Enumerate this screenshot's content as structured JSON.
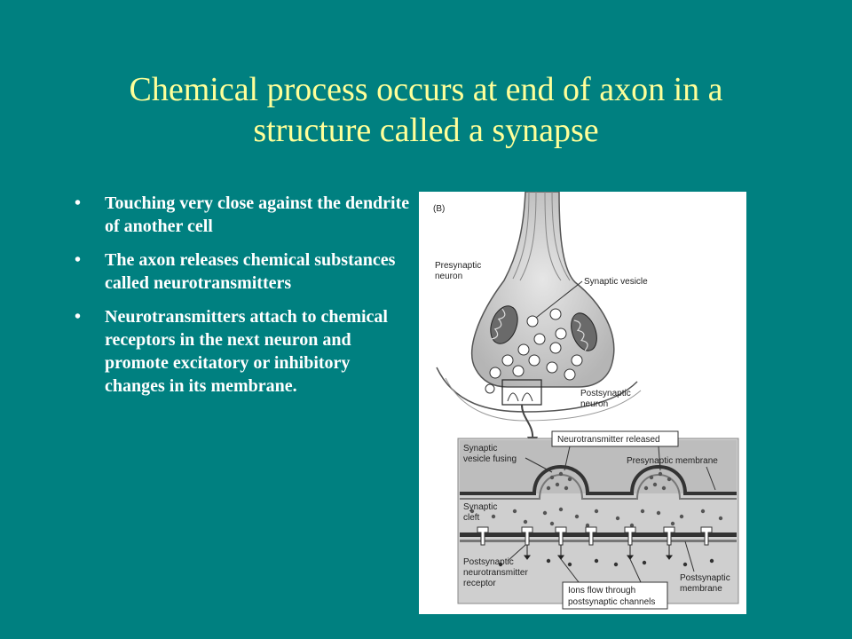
{
  "slide": {
    "title_line1": "Chemical process occurs at end of axon in a",
    "title_line2": "structure called a synapse",
    "bullet_glyph": "•",
    "bullets": [
      "Touching very close against the dendrite of another cell",
      "The axon  releases chemical substances called neurotransmitters",
      "Neurotransmitters attach to chemical receptors in the next neuron and promote excitatory or inhibitory changes in its membrane."
    ]
  },
  "figure": {
    "panel_label": "(B)",
    "labels": {
      "presynaptic_neuron_1": "Presynaptic",
      "presynaptic_neuron_2": "neuron",
      "synaptic_vesicle": "Synaptic vesicle",
      "postsynaptic_neuron_1": "Postsynaptic",
      "postsynaptic_neuron_2": "neuron",
      "synaptic_vesicle_fusing_1": "Synaptic",
      "synaptic_vesicle_fusing_2": "vesicle fusing",
      "neurotransmitter_released": "Neurotransmitter released",
      "presynaptic_membrane": "Presynaptic membrane",
      "synaptic_cleft_1": "Synaptic",
      "synaptic_cleft_2": "cleft",
      "postsynaptic_receptor_1": "Postsynaptic",
      "postsynaptic_receptor_2": "neurotransmitter",
      "postsynaptic_receptor_3": "receptor",
      "ions_flow_1": "Ions flow through",
      "ions_flow_2": "postsynaptic channels",
      "postsynaptic_membrane_1": "Postsynaptic",
      "postsynaptic_membrane_2": "membrane"
    }
  },
  "colors": {
    "background": "#008080",
    "title": "#ffff99",
    "bullet_text": "#ffffff",
    "figure_bg": "#ffffff"
  }
}
